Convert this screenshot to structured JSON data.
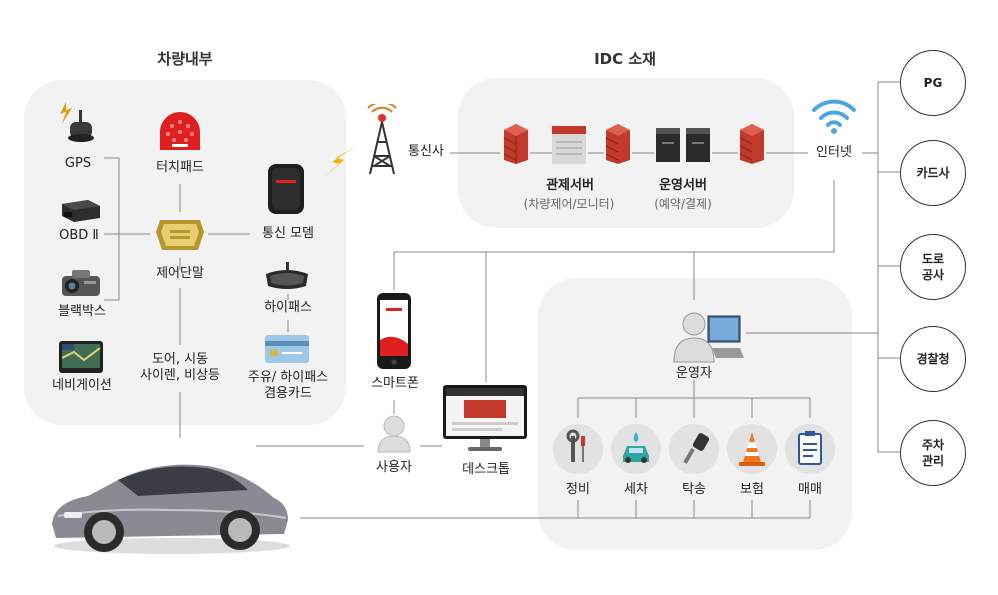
{
  "sections": {
    "vehicle_interior": "차량내부",
    "idc": "IDC 소재"
  },
  "vehicle": {
    "gps": "GPS",
    "obd": "OBD Ⅱ",
    "blackbox": "블랙박스",
    "navigation": "네비게이션",
    "touchpad": "터치패드",
    "control_unit": "제어단말",
    "comm_modem": "통신 모뎀",
    "hipass": "하이패스",
    "fuel_card_line1": "주유/ 하이패스",
    "fuel_card_line2": "겸용카드",
    "door_line1": "도어, 시동",
    "door_line2": "사이렌, 비상등"
  },
  "carrier": "통신사",
  "servers": {
    "control_label": "관제서버",
    "control_sub": "(차량제어/모니터)",
    "ops_label": "운영서버",
    "ops_sub": "(예약/결제)"
  },
  "internet": "인터넷",
  "external": [
    "PG",
    "카드사",
    "도로\n공사",
    "경찰청",
    "주차\n관리"
  ],
  "clients": {
    "smartphone": "스마트폰",
    "user": "사용자",
    "desktop": "데스크톱"
  },
  "operator": "운영자",
  "services": [
    "정비",
    "세차",
    "탁송",
    "보험",
    "매매"
  ],
  "colors": {
    "panel": "#f2f2f2",
    "server_red": "#c0392b",
    "server_dark": "#2b2b2b",
    "wifi": "#4aa8e0",
    "brand_red": "#e02020",
    "gold": "#d9b84a",
    "line": "#888888"
  }
}
